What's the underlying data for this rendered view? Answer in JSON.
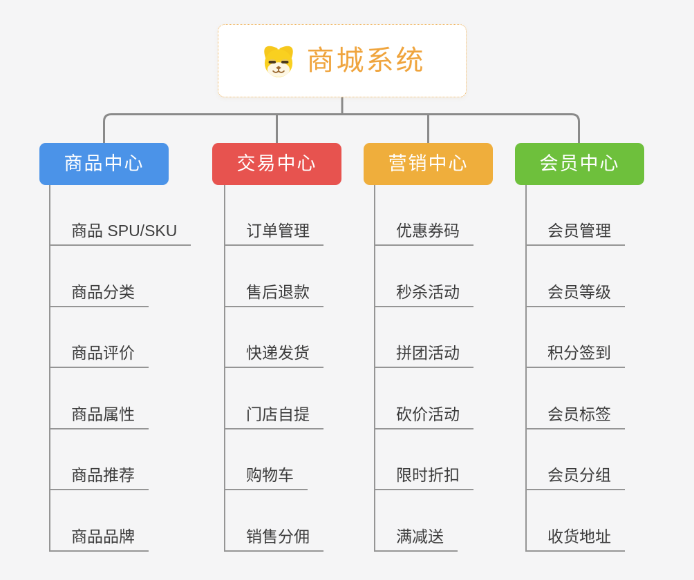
{
  "root": {
    "title": "商城系统",
    "icon": "dog-icon"
  },
  "branches": [
    {
      "label": "商品中心",
      "color": "#4b93e8",
      "children": [
        "商品 SPU/SKU",
        "商品分类",
        "商品评价",
        "商品属性",
        "商品推荐",
        "商品品牌"
      ]
    },
    {
      "label": "交易中心",
      "color": "#e7534f",
      "children": [
        "订单管理",
        "售后退款",
        "快递发货",
        "门店自提",
        "购物车",
        "销售分佣"
      ]
    },
    {
      "label": "营销中心",
      "color": "#efae3c",
      "children": [
        "优惠券码",
        "秒杀活动",
        "拼团活动",
        "砍价活动",
        "限时折扣",
        "满减送"
      ]
    },
    {
      "label": "会员中心",
      "color": "#6ec03c",
      "children": [
        "会员管理",
        "会员等级",
        "积分签到",
        "会员标签",
        "会员分组",
        "收货地址"
      ]
    }
  ],
  "palette": {
    "background": "#f5f5f6",
    "root_text": "#efa43d",
    "root_border": "#efb766",
    "connector_gray": "#8a8a8a",
    "underline_gray": "#959595",
    "leaf_text": "#3c3c3c"
  }
}
